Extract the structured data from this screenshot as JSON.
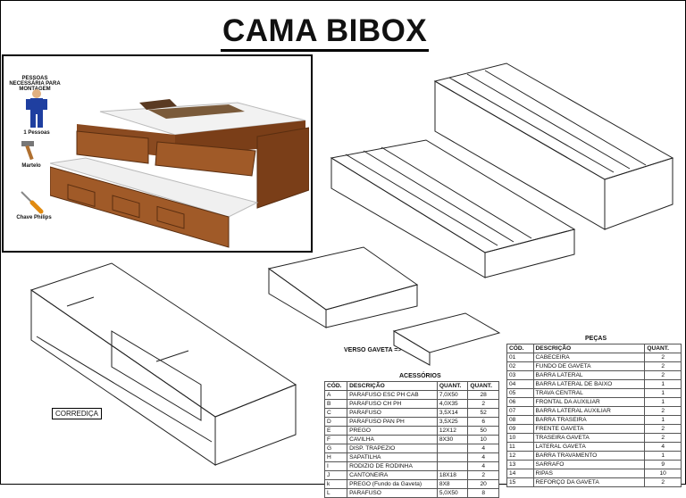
{
  "title": "CAMA BIBOX",
  "tools": {
    "people_header": "PESSOAS NECESSÁRIA PARA MONTAGEM",
    "people_count": "1 Pessoas",
    "hammer": "Martelo",
    "screwdriver": "Chave Philips"
  },
  "labels": {
    "corredica": "CORREDIÇA",
    "verso": "VERSO GAVETA =>"
  },
  "accessories": {
    "caption": "ACESSÓRIOS",
    "headers": [
      "CÓD.",
      "DESCRIÇÃO",
      "QUANT.",
      "QUANT."
    ],
    "rows": [
      [
        "A",
        "PARAFUSO ESC PH CAB",
        "7,0X50",
        "28"
      ],
      [
        "B",
        "PARAFUSO CH PH",
        "4,0X35",
        "2"
      ],
      [
        "C",
        "PARAFUSO",
        "3,5X14",
        "52"
      ],
      [
        "D",
        "PARAFUSO PAN PH",
        "3,5X25",
        "6"
      ],
      [
        "E",
        "PREGO",
        "12X12",
        "50"
      ],
      [
        "F",
        "CAVILHA",
        "8X30",
        "10"
      ],
      [
        "G",
        "DISP. TRAPEZIO",
        "",
        "4"
      ],
      [
        "H",
        "SAPATILHA",
        "",
        "4"
      ],
      [
        "I",
        "RODIZIO DE RODINHA",
        "",
        "4"
      ],
      [
        "J",
        "CANTONEIRA",
        "18X18",
        "2"
      ],
      [
        "k",
        "PREGO (Fundo da Gaveta)",
        "8X8",
        "20"
      ],
      [
        "L",
        "PARAFUSO",
        "5,0X50",
        "8"
      ]
    ]
  },
  "parts": {
    "caption": "PEÇAS",
    "headers": [
      "CÓD.",
      "DESCRIÇÃO",
      "QUANT."
    ],
    "rows": [
      [
        "01",
        "CABECEIRA",
        "2"
      ],
      [
        "02",
        "FUNDO DE GAVETA",
        "2"
      ],
      [
        "03",
        "BARRA LATERAL",
        "2"
      ],
      [
        "04",
        "BARRA LATERAL DE BAIXO",
        "1"
      ],
      [
        "05",
        "TRAVA CENTRAL",
        "1"
      ],
      [
        "06",
        "FRONTAL DA AUXILIAR",
        "1"
      ],
      [
        "07",
        "BARRA LATERAL AUXILIAR",
        "2"
      ],
      [
        "08",
        "BARRA TRASEIRA",
        "1"
      ],
      [
        "09",
        "FRENTE GAVETA",
        "2"
      ],
      [
        "10",
        "TRASEIRA GAVETA",
        "2"
      ],
      [
        "11",
        "LATERAL GAVETA",
        "4"
      ],
      [
        "12",
        "BARRA TRAVAMENTO",
        "1"
      ],
      [
        "13",
        "SARRAFO",
        "9"
      ],
      [
        "14",
        "RIPAS",
        "10"
      ],
      [
        "15",
        "REFORÇO DA GAVETA",
        "2"
      ]
    ]
  }
}
